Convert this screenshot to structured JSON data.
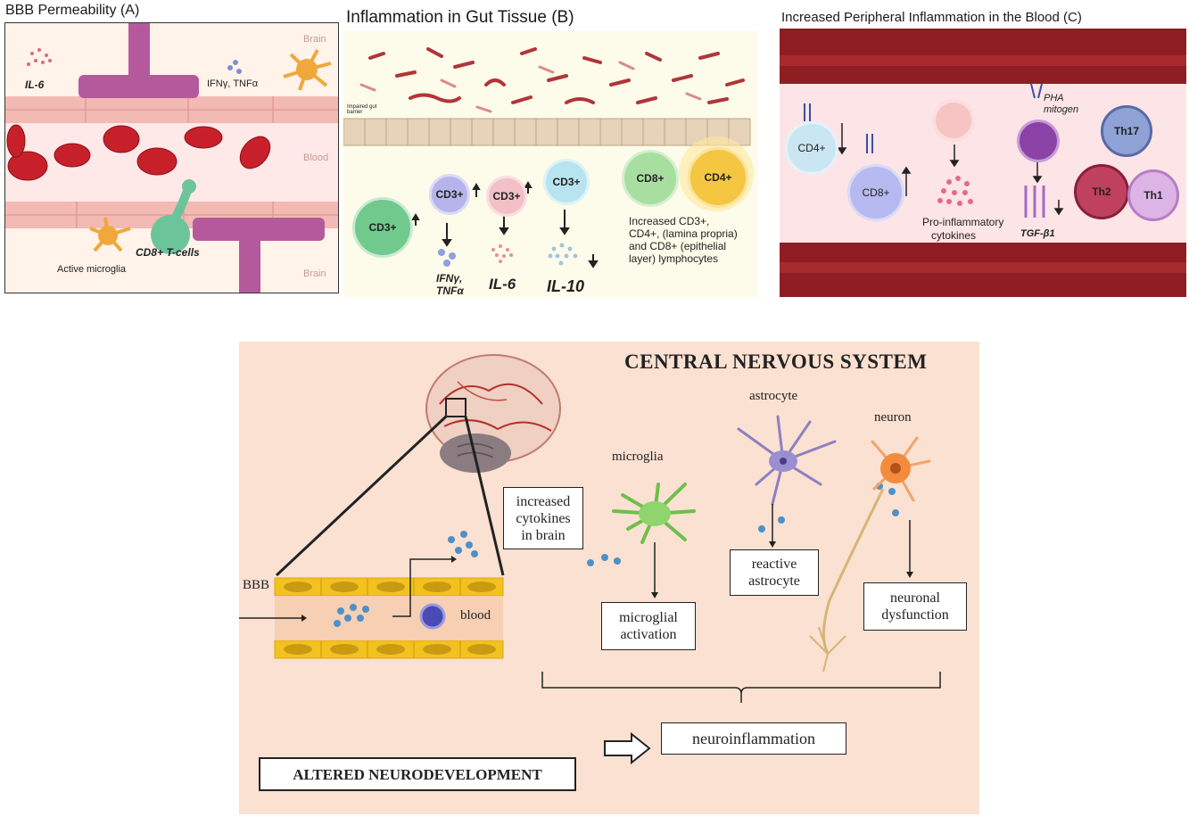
{
  "panel_a": {
    "title": "BBB Permeability (A)",
    "brain_top": "Brain",
    "blood": "Blood",
    "brain_bottom": "Brain",
    "il6": "IL-6",
    "ifn_tnf": "IFNγ, TNFα",
    "cd8": "CD8+ T-cells",
    "microglia": "Active microglia"
  },
  "panel_b": {
    "title": "Inflammation in Gut Tissue (B)",
    "barrier": "Impaired gut barrier",
    "cd3": "CD3+",
    "cd8": "CD8+",
    "cd4": "CD4+",
    "ifn": "IFNγ,",
    "tnf": "TNFα",
    "il6": "IL-6",
    "il10": "IL-10",
    "desc": [
      "Increased CD3+,",
      "CD4+, (lamina propria)",
      "and CD8+ (epithelial",
      "layer) lymphocytes"
    ]
  },
  "panel_c": {
    "title": "Increased Peripheral Inflammation in the Blood (C)",
    "cd4": "CD4+",
    "cd8": "CD8+",
    "pro1": "Pro-inflammatory",
    "pro2": "cytokines",
    "pha1": "PHA",
    "pha2": "mitogen",
    "tgf": "TGF-β1",
    "th17": "Th17",
    "th2": "Th2",
    "th1": "Th1"
  },
  "cns": {
    "title": "CENTRAL NERVOUS SYSTEM",
    "astrocyte": "astrocyte",
    "neuron": "neuron",
    "microglia": "microglia",
    "cytokines_box": [
      "increased",
      "cytokines",
      "in brain"
    ],
    "bbb": "BBB",
    "blood": "blood",
    "microglial_box": [
      "microglial",
      "activation"
    ],
    "reactive_box": [
      "reactive",
      "astrocyte"
    ],
    "neuronal_box": [
      "neuronal",
      "dysfunction"
    ],
    "neuroinflammation": "neuroinflammation",
    "altered": "ALTERED NEURODEVELOPMENT"
  }
}
